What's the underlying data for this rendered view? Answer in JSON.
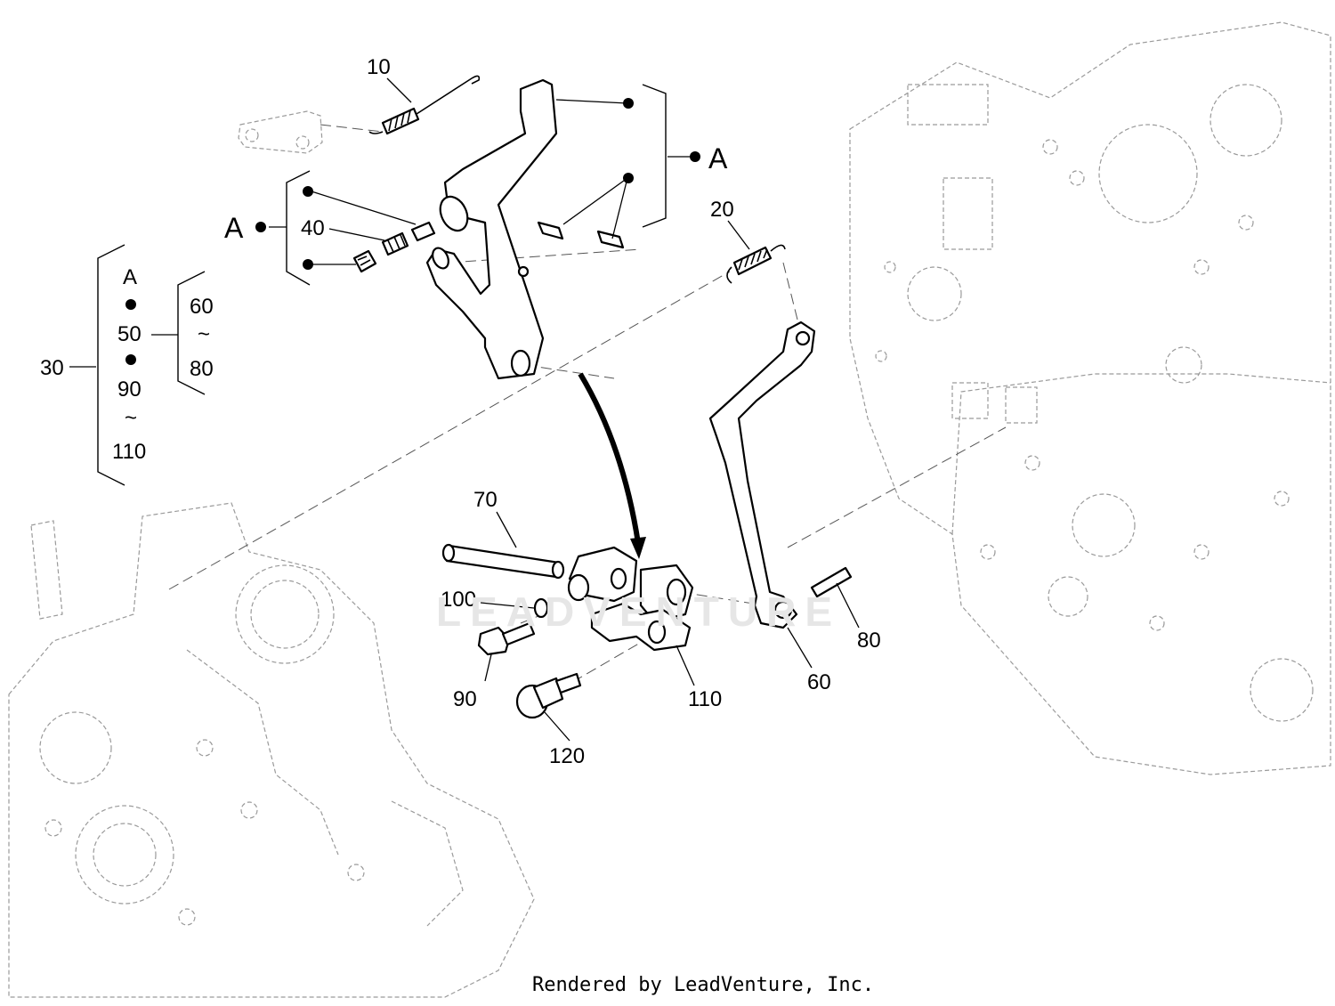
{
  "callouts": {
    "c10": "10",
    "c20": "20",
    "c30": "30",
    "c40": "40",
    "c50": "50",
    "c60_side": "60",
    "c80_side": "80",
    "c90_side": "90",
    "c110_side": "110",
    "c70": "70",
    "c100": "100",
    "c90": "90",
    "c110": "110",
    "c120": "120",
    "c60": "60",
    "c80": "80",
    "a_right": "A",
    "a_left": "A",
    "a_group": "A",
    "tilde1": "~",
    "tilde2": "~"
  },
  "watermark": "LEADVENTURE",
  "footer": "Rendered by LeadVenture, Inc."
}
